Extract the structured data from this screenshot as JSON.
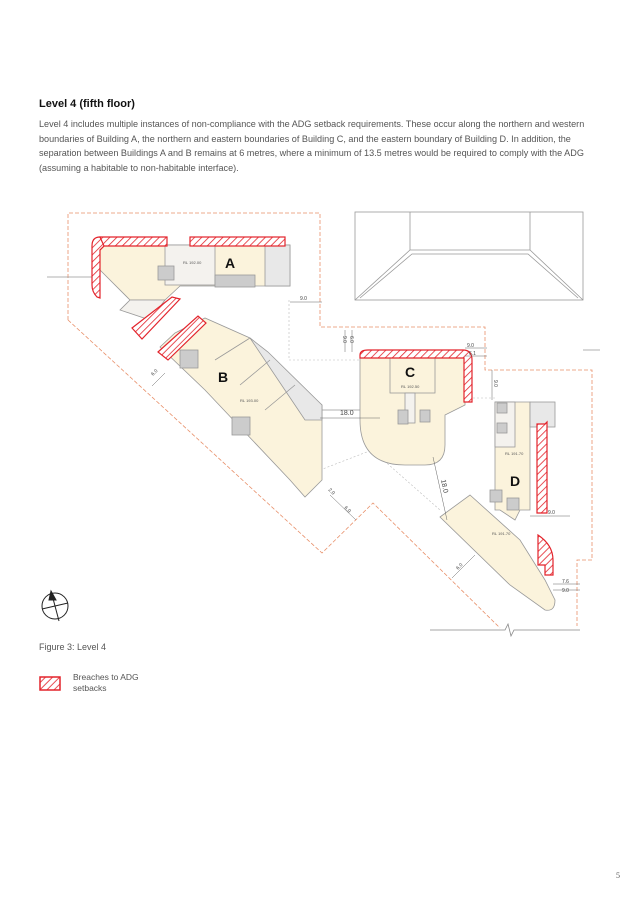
{
  "section": {
    "heading": "Level 4 (fifth floor)",
    "paragraph": "Level 4 includes multiple instances of non-compliance with the ADG setback requirements. These occur along the northern and western boundaries of Building A, the northern and eastern boundaries of Building C, and the eastern boundary of Building D. In addition, the separation between Buildings A and B remains at 6 metres, where a minimum of 13.5 metres would be required to comply with the ADG (assuming a habitable to non-habitable interface)."
  },
  "plan": {
    "buildings": {
      "a": "A",
      "b": "B",
      "c": "C",
      "d": "D"
    },
    "levels": {
      "a": "RL 192.00",
      "b": "RL 193.00",
      "c": "RL 192.50",
      "d_upper": "RL 191.70",
      "d_lower": "RL 191.70"
    },
    "dimensions": {
      "a_east": "9.0",
      "c_north_1": "6.0",
      "c_north_2": "9.0",
      "c_east_1": "9.0",
      "c_east_2": "6.1",
      "d_north": "9.0",
      "b_c_sep": "18.0",
      "c_d_sep": "18.0",
      "b_south_1": "2.0",
      "b_south_2": "6.0",
      "b_west": "6.0",
      "d_south": "6.0",
      "d_east": "9.0",
      "d_se_1": "7.6",
      "d_se_2": "9.0"
    },
    "colors": {
      "breach": "#e3232b",
      "boundary": "#e8906a",
      "unit_fill": "#fbf3dc",
      "core_fill": "#f4f2ee",
      "wall": "#999999"
    }
  },
  "figure": {
    "caption": "Figure 3: Level 4"
  },
  "legend": {
    "label": "Breaches to ADG setbacks"
  },
  "page": {
    "number": "5"
  }
}
